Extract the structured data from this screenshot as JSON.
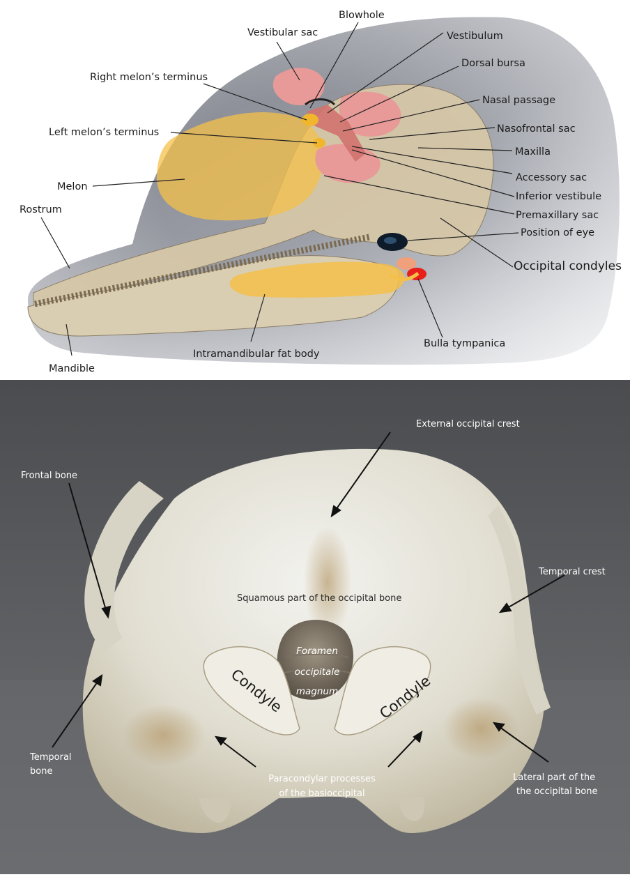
{
  "head_diagram": {
    "labels": {
      "blowhole": "Blowhole",
      "vestibular_sac": "Vestibular sac",
      "vestibulum": "Vestibulum",
      "dorsal_bursa": "Dorsal bursa",
      "right_melon_terminus": "Right melon’s terminus",
      "nasal_passage": "Nasal passage",
      "nasofrontal_sac": "Nasofrontal sac",
      "left_melon_terminus": "Left melon’s terminus",
      "maxilla": "Maxilla",
      "accessory_sac": "Accessory sac",
      "melon": "Melon",
      "inferior_vestibule": "Inferior vestibule",
      "premaxillary_sac": "Premaxillary sac",
      "rostrum": "Rostrum",
      "position_of_eye": "Position of eye",
      "occipital_condyles": "Occipital condyles",
      "bulla_tympanica": "Bulla tympanica",
      "intramandibular_fat_body": "Intramandibular fat body",
      "mandible": "Mandible"
    },
    "colors": {
      "skin": "#8f929a",
      "bone": "#d6c7a8",
      "fat": "#f4c04a",
      "air_sacs": "#e79a98",
      "bulla": "#e8201c",
      "eye": "#0d1b2a"
    }
  },
  "skull_photo": {
    "labels": {
      "external_occipital_crest": "External occipital crest",
      "frontal_bone": "Frontal bone",
      "temporal_crest": "Temporal crest",
      "squamous_part": "Squamous part of the occipital bone",
      "foramen_line1": "Foramen",
      "foramen_line2": "occipitale",
      "foramen_line3": "magnum",
      "condyle_left": "Condyle",
      "condyle_right": "Condyle",
      "temporal_bone_line1": "Temporal",
      "temporal_bone_line2": "bone",
      "paracondylar_line1": "Paracondylar processes",
      "paracondylar_line2": "of the basioccipital",
      "lateral_part_line1": "Lateral part of the",
      "lateral_part_line2": "the occipital bone"
    },
    "colors": {
      "background": "#5d5f62",
      "bone": "#e4e2d6"
    }
  }
}
